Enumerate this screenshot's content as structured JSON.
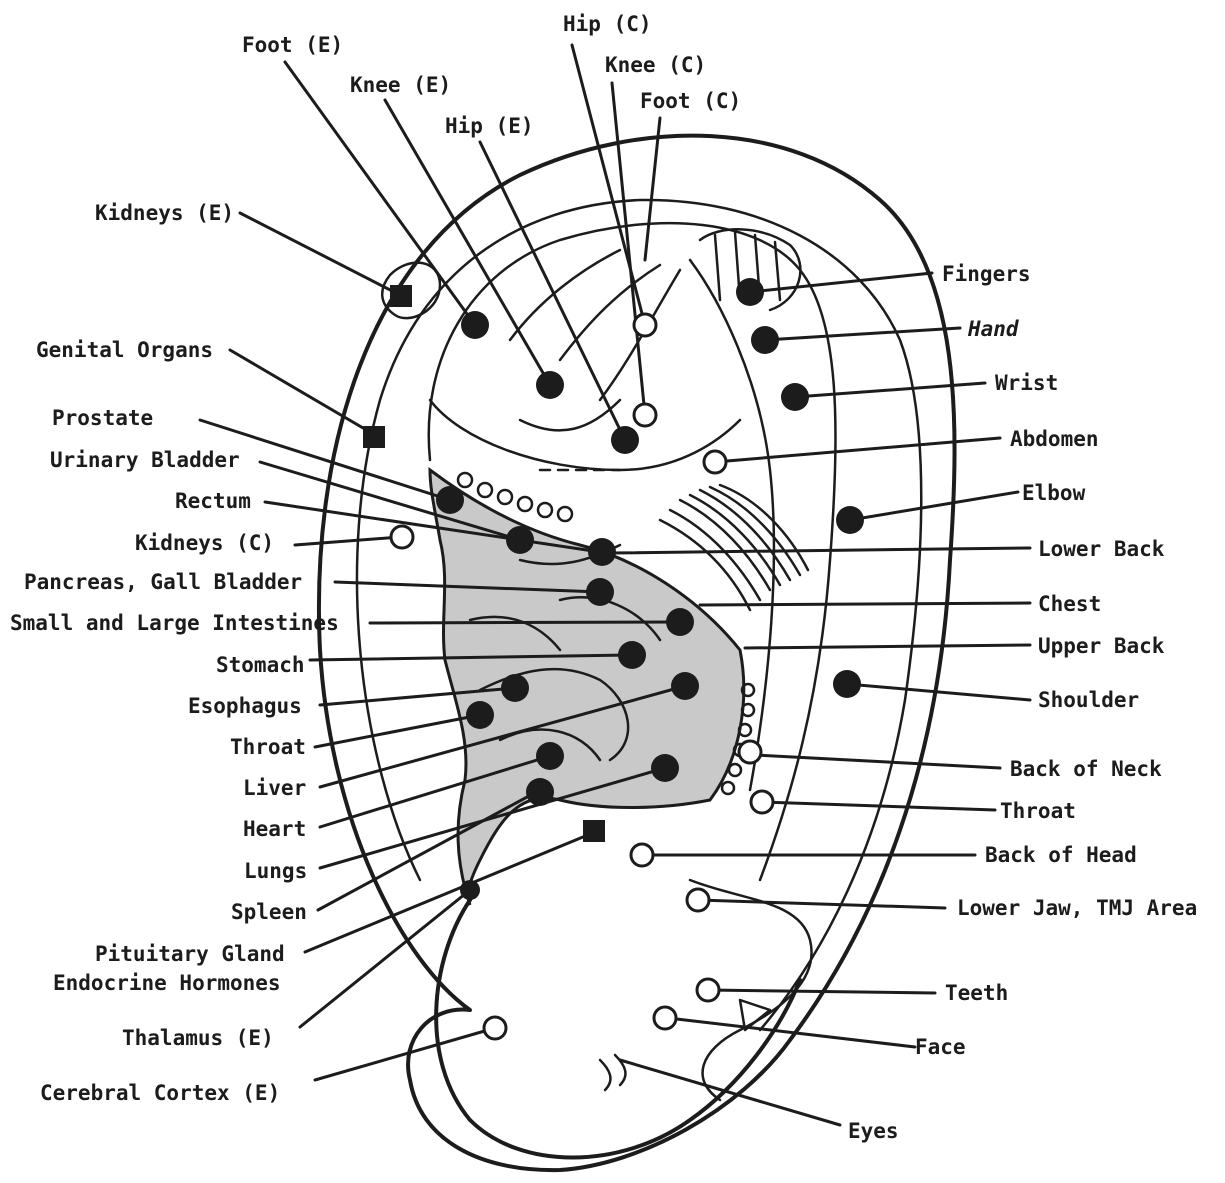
{
  "labels": {
    "foot_e": "Foot (E)",
    "knee_e": "Knee (E)",
    "hip_e": "Hip (E)",
    "hip_c": "Hip (C)",
    "knee_c": "Knee (C)",
    "foot_c": "Foot (C)",
    "kidneys_e": "Kidneys (E)",
    "genital_organs": "Genital Organs",
    "prostate": "Prostate",
    "urinary_bladder": "Urinary Bladder",
    "rectum": "Rectum",
    "kidneys_c": "Kidneys (C)",
    "pancreas_gall_bladder": "Pancreas, Gall Bladder",
    "small_large_intestines": "Small and Large Intestines",
    "stomach": "Stomach",
    "esophagus": "Esophagus",
    "throat_left": "Throat",
    "liver": "Liver",
    "heart": "Heart",
    "lungs": "Lungs",
    "spleen": "Spleen",
    "pituitary_gland": "Pituitary Gland",
    "endocrine_hormones": "Endocrine Hormones",
    "thalamus_e": "Thalamus (E)",
    "cerebral_cortex_e": "Cerebral Cortex (E)",
    "fingers": "Fingers",
    "hand": "Hand",
    "wrist": "Wrist",
    "abdomen": "Abdomen",
    "elbow": "Elbow",
    "lower_back": "Lower Back",
    "chest": "Chest",
    "upper_back": "Upper Back",
    "shoulder": "Shoulder",
    "back_of_neck": "Back of Neck",
    "throat_right": "Throat",
    "back_of_head": "Back of Head",
    "lower_jaw_tmj": "Lower Jaw, TMJ Area",
    "teeth": "Teeth",
    "face": "Face",
    "eyes": "Eyes"
  },
  "colors": {
    "ink": "#1c1c1c",
    "shaded_region": "#c9c9c9",
    "background": "#ffffff"
  }
}
